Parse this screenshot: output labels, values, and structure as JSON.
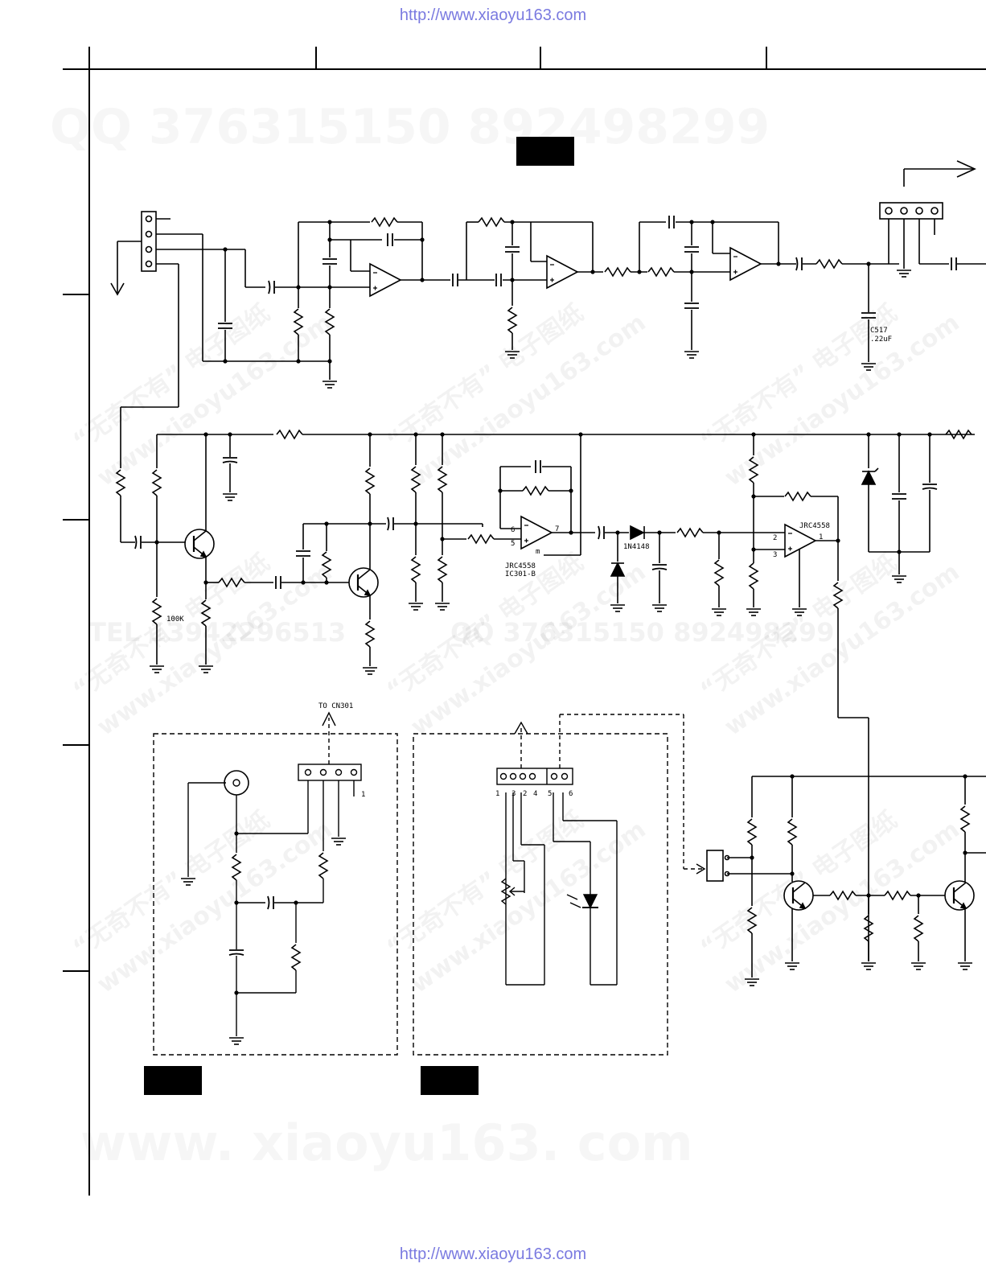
{
  "header": {
    "url": "http://www.xiaoyu163.com"
  },
  "footer": {
    "url": "http://www.xiaoyu163.com"
  },
  "watermarks": {
    "qq": "QQ 376315150    892498299",
    "site": "www. xiaoyu163. com",
    "tel": "TEL 13942296513",
    "qq_mid": "QQ 376315150   892498299",
    "diagonal_cn": "“无奇不有” 电子图纸",
    "diagonal_url": "www.xiaoyu163.com"
  },
  "labels": {
    "c517": "C517",
    "c517_value": ".22uF",
    "r_100k": "100K",
    "ic1": "JRC4558",
    "ic1_ref": "IC301-B",
    "ic2": "JRC4558",
    "diode": "1N4148",
    "to_cn301": "TO CN301",
    "pin6": "6",
    "pin5": "5",
    "pin7": "7",
    "pin2": "2",
    "pin3": "3",
    "pin1": "1",
    "pin_m": "m",
    "cn_pin1": "1",
    "cn2_pins": [
      "1",
      "3",
      "2",
      "4",
      "5",
      "6"
    ]
  },
  "colors": {
    "url": "#7a7ae0",
    "line": "#000000",
    "watermark": "#000000"
  }
}
